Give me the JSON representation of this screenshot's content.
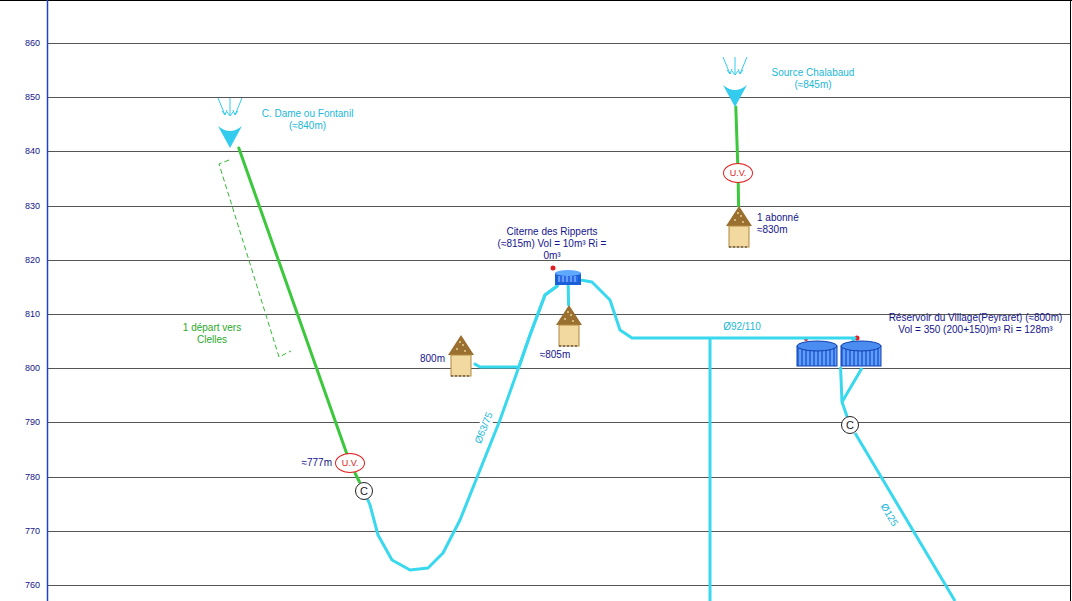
{
  "diagram": {
    "nodes": [
      {
        "text": [
          "C. Dame ou Fontanil (≈840m)"
        ]
      },
      {
        "text": [
          "U.V."
        ]
      },
      {
        "text": [
          "C"
        ]
      },
      {
        "text": [
          "800m"
        ]
      },
      {
        "text": [
          "Citerne des Ripperts (≈815m) Vol = 10m³ Ri = 0m³"
        ]
      },
      {
        "text": [
          "≈805m"
        ]
      },
      {
        "text": [
          "Source Chalabaud (≈845m)"
        ]
      },
      {
        "text": [
          "U.V."
        ]
      },
      {
        "text": [
          "1 abonné ≈830m"
        ]
      },
      {
        "text": [
          "Réservoir du Village(Peyraret) (≈800m) Vol = 350 (200+150)m³ Ri = 128m³"
        ]
      },
      {
        "text": [
          "C"
        ]
      }
    ],
    "edges": [
      {
        "from": 0,
        "to": 1,
        "arrow": "none"
      },
      {
        "from": 1,
        "to": 2,
        "arrow": "none"
      },
      {
        "from": 2,
        "to": 4,
        "label": "Ø63/75",
        "arrow": "none"
      },
      {
        "from": 3,
        "to": 4,
        "arrow": "none"
      },
      {
        "from": 4,
        "to": 5,
        "arrow": "none"
      },
      {
        "from": 4,
        "to": 9,
        "label": "Ø92/110",
        "arrow": "none"
      },
      {
        "from": 6,
        "to": 7,
        "arrow": "none"
      },
      {
        "from": 7,
        "to": 8,
        "arrow": "none"
      },
      {
        "from": 9,
        "to": 10,
        "arrow": "none"
      }
    ],
    "labels": [
      "860",
      "850",
      "840",
      "830",
      "820",
      "810",
      "800",
      "790",
      "780",
      "770",
      "760",
      "1 départ vers Clelles",
      "≈777m",
      "Ø125"
    ]
  }
}
